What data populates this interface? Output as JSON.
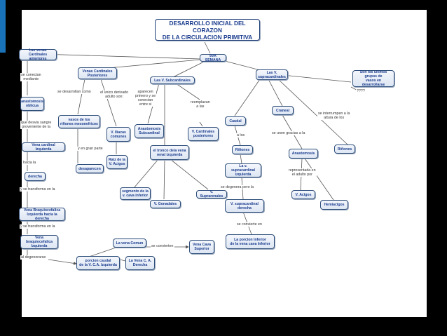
{
  "title": "DESARROLLO INICIAL DEL CORAZON\nDE LA CIRCULACION PRIMITIVA",
  "nodes": {
    "vena_semana": "8VA SEMANA",
    "cardinales_anteriores": "Las venas Cardinales\nanteriores",
    "cardinales_posteriores": "Venas Cardinales\nPosteriores",
    "subcardinales": "Las V. Subcardinales",
    "supracardinales": "Las V.\nsupracardinales",
    "ultimos_grupos": "Son los ultimos\ngrupos de\nvasos en desarrollarse",
    "anastomosis_oblicua": "anastomosis\noblicua",
    "cardinal_izquierda": "Vena cardinal Izquierda",
    "derecha": "derecha",
    "braquiocefalica_izq_der": "Vena Braquiocefalica\nIzquierda hacia la derecha",
    "braquiocefalica_izq": "Vena braquiocefalica\nIzquierda",
    "vasos_rinones": "vasos de los\nriñones mesonefricos",
    "desaparecen": "desaparecen",
    "iliacas_comunes": "V. Iliacas\ncomunes",
    "raiz_acigos": "Raiz de la\nV. Acigos",
    "anastomosis_subcardinal": "Anastomosis\nSubcardinal",
    "tronco_renal": "el tronco dela vena\nrenal izquierda",
    "segmento_cava": "segmento de la\nv. cava inferior",
    "gonadales": "V. Gonadales",
    "suprarrenales": "V. Suprarenales",
    "cardinales_posteriores_b": "V. Cardinales\nposteriores",
    "caudal": "Caudal",
    "craneal": "Craneal",
    "rinones_1": "Riñones",
    "rinones_2": "Riñones",
    "supracardinal_izq": "La v. supracardinal\nizquierda",
    "supracardinal_der": "V. supracardinal\nderecha",
    "porcion_inferior": "La porcion Inferior\nde la vena cava Inferior",
    "anastomosis": "Anastomosis",
    "acigos": "V. Acigos",
    "hemiacigos": "Hemiacigos",
    "vena_comun": "La vena Comun",
    "cava_superior": "Vena Cava\nSuperior",
    "porcion_caudal": "porcion caudal\nde la V. C.A. Izquierda",
    "vena_ca_derecha": "La Vena C. A.\nDerecha"
  },
  "labels": {
    "se_conectan": "se conectan\nmediante",
    "desvia_sangre": "que desvia sangre\nproveniente de la",
    "hacia_la": "hacia la",
    "se_transforma_1": "y se transforma en la",
    "se_transforma_2": "y se transforma en la",
    "al_degenerarse": "al degenerarse",
    "desarrollan_como": "se desarrollan como",
    "en_gran_parte": "y en gran parte",
    "unico_derivado": "el unico derivado\nadulto son:",
    "aparecen": "aparecen\nprimero y se\nconectan\nentre si",
    "reemplazan": "reemplazan\na las",
    "a_los": "a los",
    "unen_gracias": "se unen gracias a la",
    "interrumpen": "se interrumpen a la\naltura de los",
    "representada": "representada en\nel adulto por",
    "degenera_pero": "se degenera pero la",
    "se_convierte": "se convierte en",
    "se_convierten": "se convierten",
    "question": "????"
  },
  "colors": {
    "background": "#000000",
    "slide": "#ffffff",
    "accent": "#1a73b8",
    "node_border": "#2f4f7a",
    "node_text": "#1b3d8f",
    "link": "#555555"
  }
}
